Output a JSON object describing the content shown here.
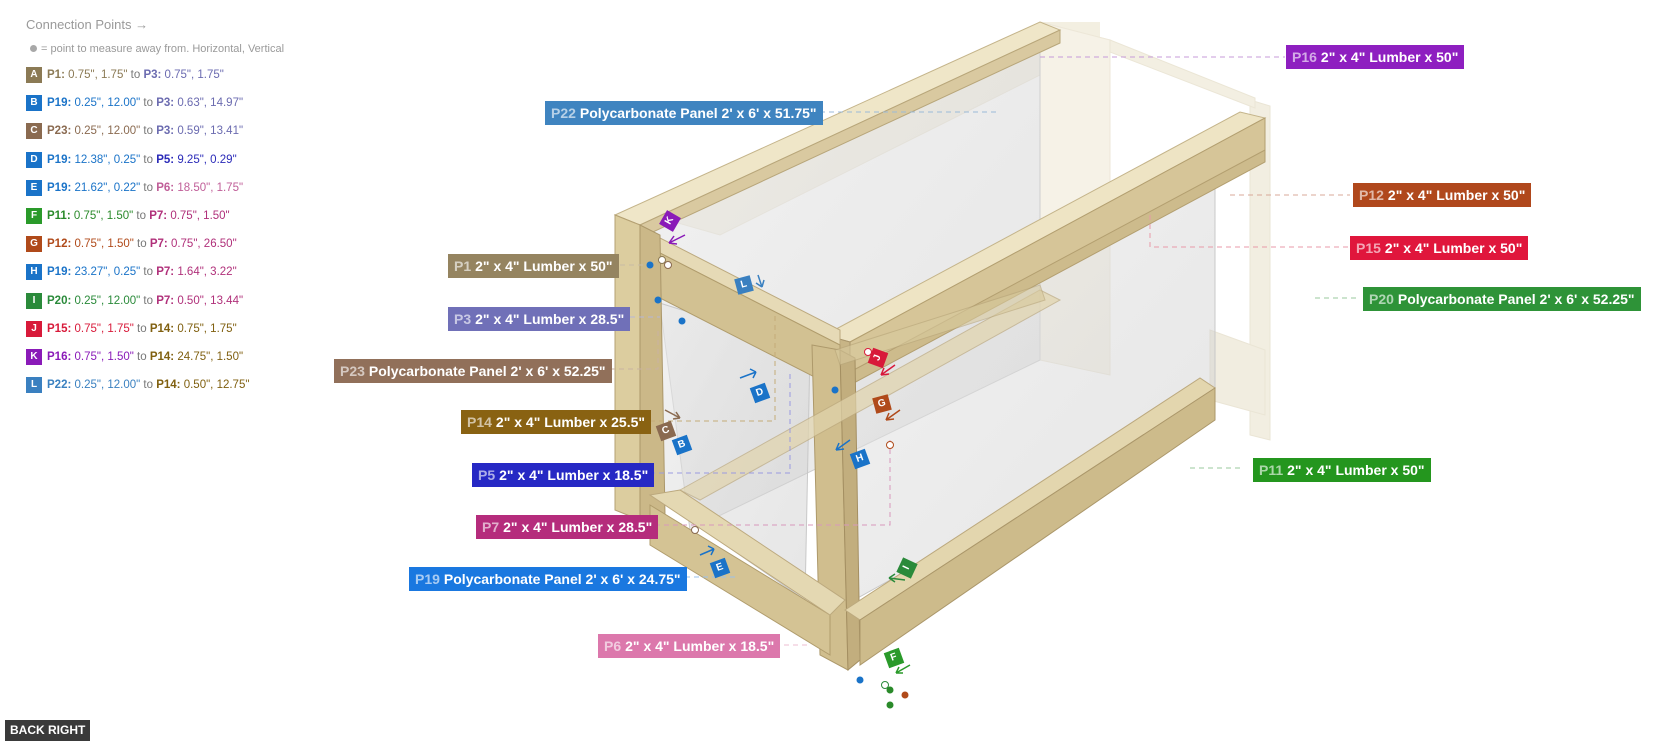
{
  "legend": {
    "title": "Connection Points →",
    "note": "= point to measure away from. Horizontal, Vertical",
    "rows": [
      {
        "key": "A",
        "color": "#8b7a55",
        "from_part": "P1:",
        "from_color": "#8b7a55",
        "from_val": "0.75\", 1.75\"",
        "sep": "to",
        "to_part": "P3:",
        "to_color": "#6b6bb0",
        "to_val": "0.75\", 1.75\""
      },
      {
        "key": "B",
        "color": "#1a73c8",
        "from_part": "P19:",
        "from_color": "#1a73c8",
        "from_val": "0.25\", 12.00\"",
        "sep": "to",
        "to_part": "P3:",
        "to_color": "#6b6bb0",
        "to_val": "0.63\", 14.97\""
      },
      {
        "key": "C",
        "color": "#8a6a50",
        "from_part": "P23:",
        "from_color": "#8a6a50",
        "from_val": "0.25\", 12.00\"",
        "sep": "to",
        "to_part": "P3:",
        "to_color": "#6b6bb0",
        "to_val": "0.59\", 13.41\""
      },
      {
        "key": "D",
        "color": "#1a73c8",
        "from_part": "P19:",
        "from_color": "#1a73c8",
        "from_val": "12.38\", 0.25\"",
        "sep": "to",
        "to_part": "P5:",
        "to_color": "#2a2ab8",
        "to_val": "9.25\", 0.29\""
      },
      {
        "key": "E",
        "color": "#1a73c8",
        "from_part": "P19:",
        "from_color": "#1a73c8",
        "from_val": "21.62\", 0.22\"",
        "sep": "to",
        "to_part": "P6:",
        "to_color": "#c05e98",
        "to_val": "18.50\", 1.75\""
      },
      {
        "key": "F",
        "color": "#2a9a2a",
        "from_part": "P11:",
        "from_color": "#2a8a2a",
        "from_val": "0.75\", 1.50\"",
        "sep": "to",
        "to_part": "P7:",
        "to_color": "#b0307a",
        "to_val": "0.75\", 1.50\""
      },
      {
        "key": "G",
        "color": "#b04a1a",
        "from_part": "P12:",
        "from_color": "#b04a1a",
        "from_val": "0.75\", 1.50\"",
        "sep": "to",
        "to_part": "P7:",
        "to_color": "#b0307a",
        "to_val": "0.75\", 26.50\""
      },
      {
        "key": "H",
        "color": "#1a73c8",
        "from_part": "P19:",
        "from_color": "#1a73c8",
        "from_val": "23.27\", 0.25\"",
        "sep": "to",
        "to_part": "P7:",
        "to_color": "#b0307a",
        "to_val": "1.64\", 3.22\""
      },
      {
        "key": "I",
        "color": "#2a8a3a",
        "from_part": "P20:",
        "from_color": "#2a8a3a",
        "from_val": "0.25\", 12.00\"",
        "sep": "to",
        "to_part": "P7:",
        "to_color": "#b0307a",
        "to_val": "0.50\", 13.44\""
      },
      {
        "key": "J",
        "color": "#d81a3a",
        "from_part": "P15:",
        "from_color": "#d81a3a",
        "from_val": "0.75\", 1.75\"",
        "sep": "to",
        "to_part": "P14:",
        "to_color": "#806010",
        "to_val": "0.75\", 1.75\""
      },
      {
        "key": "K",
        "color": "#8a1ab8",
        "from_part": "P16:",
        "from_color": "#8a1ab8",
        "from_val": "0.75\", 1.50\"",
        "sep": "to",
        "to_part": "P14:",
        "to_color": "#806010",
        "to_val": "24.75\", 1.50\""
      },
      {
        "key": "L",
        "color": "#3a80c0",
        "from_part": "P22:",
        "from_color": "#3a80c0",
        "from_val": "0.25\", 12.00\"",
        "sep": "to",
        "to_part": "P14:",
        "to_color": "#806010",
        "to_val": "0.50\", 12.75\""
      }
    ]
  },
  "parts": [
    {
      "id": "P16",
      "desc": "2\" x 4\" Lumber  x 50\"",
      "color": "#8e1fc0"
    },
    {
      "id": "P22",
      "desc": "Polycarbonate Panel 2' x 6'  x 51.75\"",
      "color": "#3f84c0"
    },
    {
      "id": "P12",
      "desc": "2\" x 4\" Lumber  x 50\"",
      "color": "#b0481c"
    },
    {
      "id": "P15",
      "desc": "2\" x 4\" Lumber  x 50\"",
      "color": "#e0163c"
    },
    {
      "id": "P1",
      "desc": "2\" x 4\" Lumber  x 50\"",
      "color": "#958460"
    },
    {
      "id": "P20",
      "desc": "Polycarbonate Panel 2' x 6'  x 52.25\"",
      "color": "#2e9338"
    },
    {
      "id": "P3",
      "desc": "2\" x 4\" Lumber  x 28.5\"",
      "color": "#7070b8"
    },
    {
      "id": "P23",
      "desc": "Polycarbonate Panel 2' x 6'  x 52.25\"",
      "color": "#91705a"
    },
    {
      "id": "P14",
      "desc": "2\" x 4\" Lumber  x 25.5\"",
      "color": "#896212"
    },
    {
      "id": "P11",
      "desc": "2\" x 4\" Lumber  x 50\"",
      "color": "#24961e"
    },
    {
      "id": "P5",
      "desc": "2\" x 4\" Lumber  x 18.5\"",
      "color": "#2628c4"
    },
    {
      "id": "P7",
      "desc": "2\" x 4\" Lumber  x 28.5\"",
      "color": "#b52c7c"
    },
    {
      "id": "P19",
      "desc": "Polycarbonate Panel 2' x 6'  x 24.75\"",
      "color": "#1a78e0"
    },
    {
      "id": "P6",
      "desc": "2\" x 4\" Lumber  x 18.5\"",
      "color": "#dc78ac"
    }
  ],
  "markers": [
    {
      "key": "K",
      "color": "#8a1ab8"
    },
    {
      "key": "L",
      "color": "#3a80c0"
    },
    {
      "key": "J",
      "color": "#d81a3a"
    },
    {
      "key": "G",
      "color": "#b04a1a"
    },
    {
      "key": "D",
      "color": "#1a73c8"
    },
    {
      "key": "C",
      "color": "#8a6a50"
    },
    {
      "key": "B",
      "color": "#1a73c8"
    },
    {
      "key": "H",
      "color": "#1a73c8"
    },
    {
      "key": "E",
      "color": "#1a73c8"
    },
    {
      "key": "I",
      "color": "#2a8a3a"
    },
    {
      "key": "F",
      "color": "#2a9a2a"
    }
  ],
  "view": {
    "label": "BACK RIGHT"
  }
}
